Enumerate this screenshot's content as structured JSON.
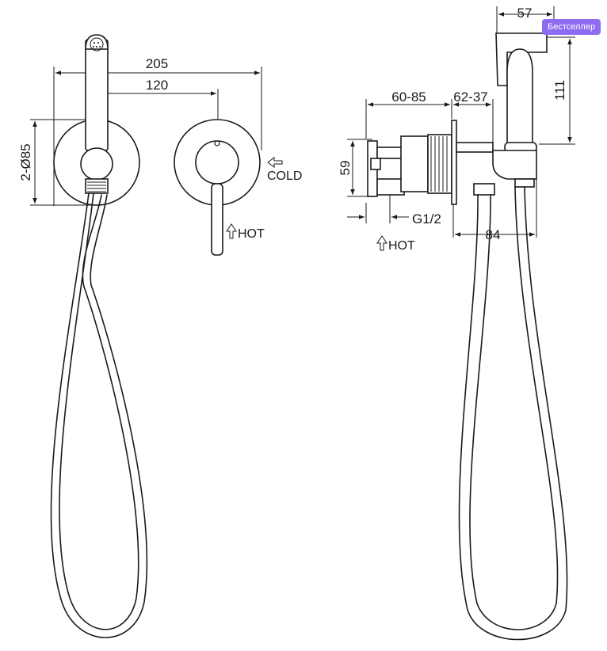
{
  "badge": {
    "label": "Бестселлер",
    "color": "#8e6bf0"
  },
  "front_view": {
    "dim_width_total": "205",
    "dim_width_center": "120",
    "dim_diameter": "2-Ø85",
    "label_cold": "COLD",
    "label_hot": "HOT"
  },
  "side_view": {
    "dim_top_width": "57",
    "dim_height_shower": "111",
    "dim_wall_range": "60-85",
    "dim_plate_range": "62-37",
    "dim_body_height": "59",
    "dim_thread": "G1/2",
    "dim_projection": "84",
    "label_hot": "HOT"
  }
}
